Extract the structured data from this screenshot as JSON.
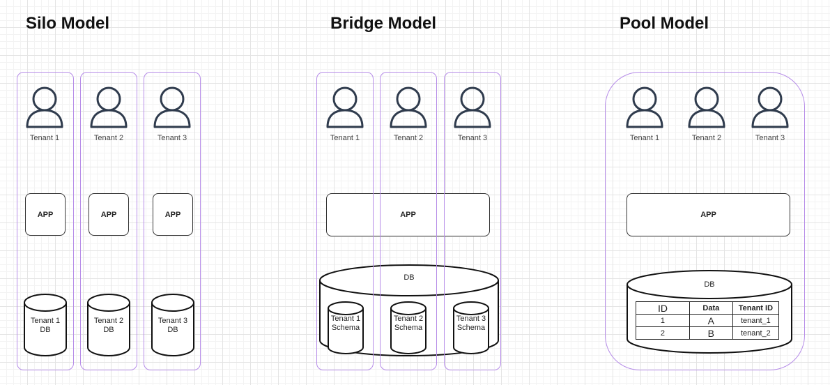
{
  "titles": {
    "silo": "Silo Model",
    "bridge": "Bridge Model",
    "pool": "Pool Model"
  },
  "silo": {
    "tenants": [
      "Tenant 1",
      "Tenant 2",
      "Tenant 3"
    ],
    "app_label": "APP",
    "dbs": [
      {
        "line1": "Tenant 1",
        "line2": "DB"
      },
      {
        "line1": "Tenant 2",
        "line2": "DB"
      },
      {
        "line1": "Tenant 3",
        "line2": "DB"
      }
    ]
  },
  "bridge": {
    "tenants": [
      "Tenant 1",
      "Tenant 2",
      "Tenant 3"
    ],
    "app_label": "APP",
    "db_label": "DB",
    "schemas": [
      {
        "line1": "Tenant 1",
        "line2": "Schema"
      },
      {
        "line1": "Tenant 2",
        "line2": "Schema"
      },
      {
        "line1": "Tenant 3",
        "line2": "Schema"
      }
    ]
  },
  "pool": {
    "tenants": [
      "Tenant 1",
      "Tenant 2",
      "Tenant 3"
    ],
    "app_label": "APP",
    "db_label": "DB",
    "table": {
      "headers": [
        "ID",
        "Data",
        "Tenant ID"
      ],
      "rows": [
        [
          "1",
          "A",
          "tenant_1"
        ],
        [
          "2",
          "B",
          "tenant_2"
        ]
      ]
    }
  },
  "colors": {
    "frame": "#b68ce8",
    "icon_stroke": "#2f3b4d"
  },
  "icons": {
    "tenant": "user-icon",
    "database": "database-cylinder-icon"
  }
}
